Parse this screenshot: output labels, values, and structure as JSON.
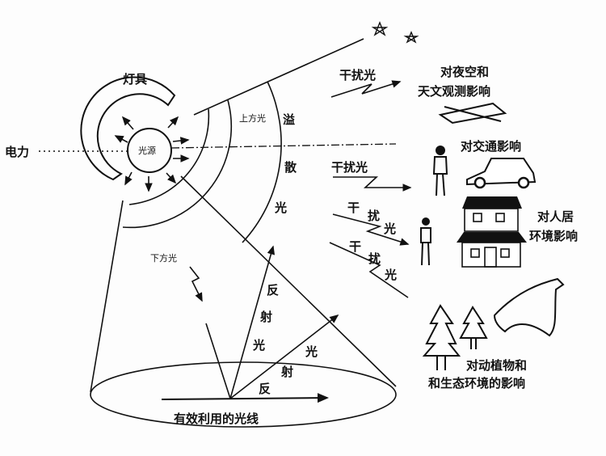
{
  "title_luminaire": "灯具",
  "power": "电力",
  "light_source": "光源",
  "upward_light": "上方光",
  "spill_light": [
    "溢",
    "散",
    "光"
  ],
  "downward_light": "下方光",
  "reflected_light_1": [
    "反",
    "射",
    "光"
  ],
  "reflected_light_2": [
    "光",
    "射",
    "反"
  ],
  "useful_light": "有效利用的光线",
  "interference_light": "干扰光",
  "interference_split": [
    "干",
    "扰",
    "光"
  ],
  "impacts": {
    "night_sky": [
      "对夜空和",
      "天文观测影响"
    ],
    "traffic": "对交通影响",
    "residential": [
      "对人居",
      "环境影响"
    ],
    "ecology": [
      "对动植物和",
      "和生态环境的影响"
    ]
  }
}
